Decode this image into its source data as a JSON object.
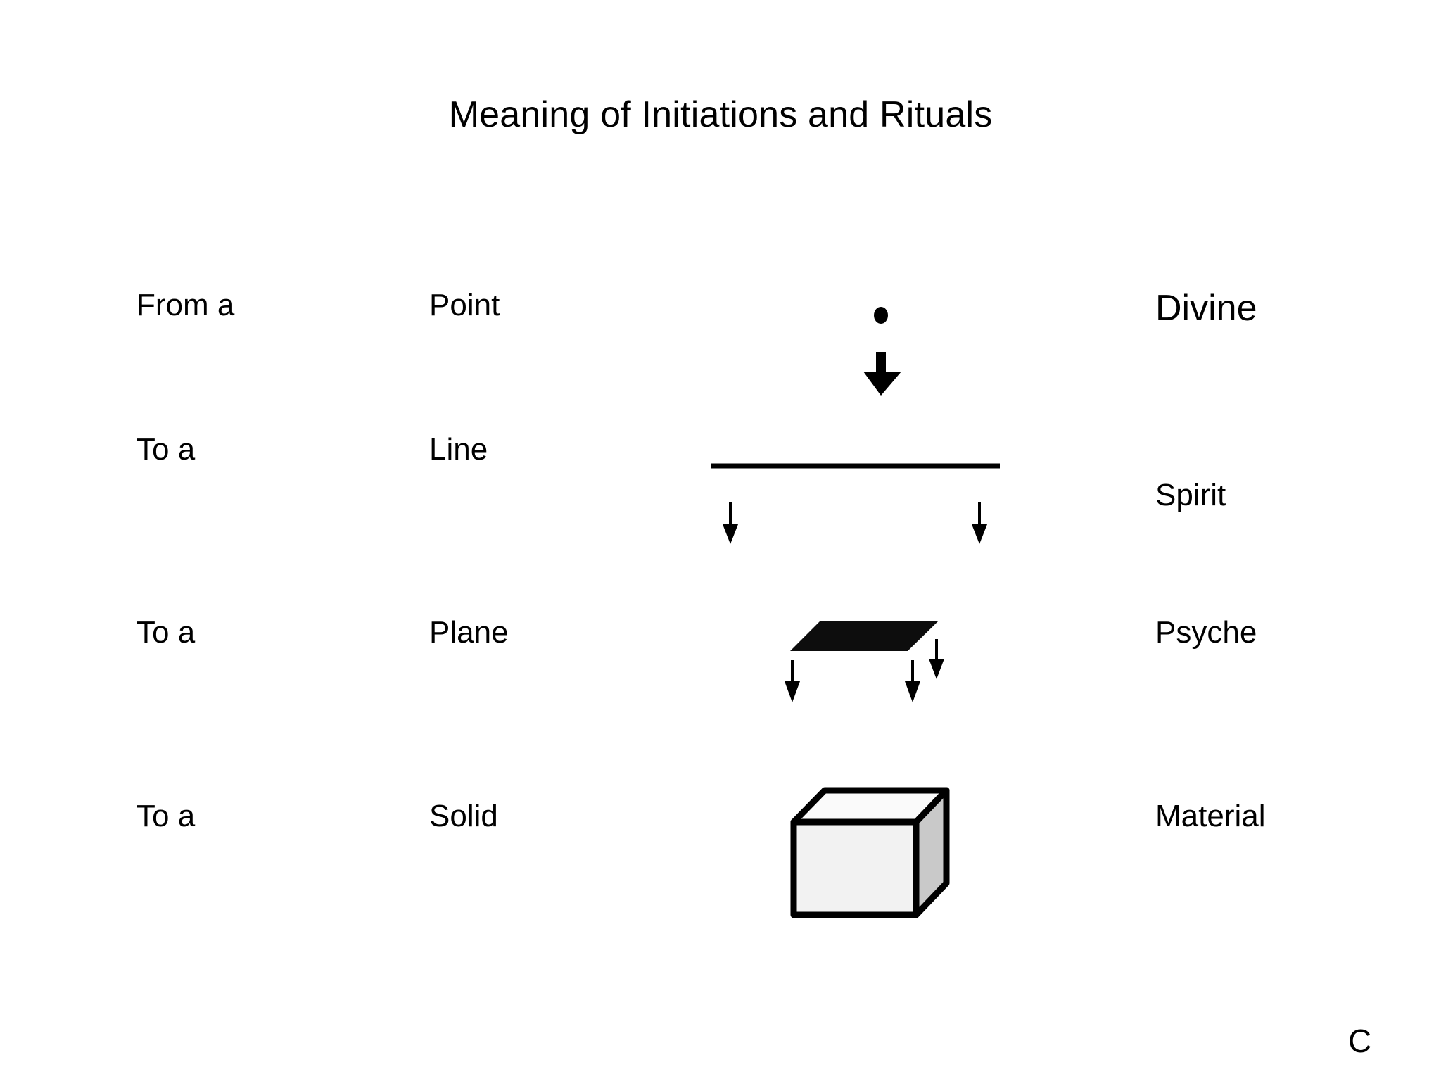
{
  "slide": {
    "title": "Meaning of Initiations and Rituals",
    "background_color": "#ffffff",
    "text_color": "#000000",
    "footer_letter": "C"
  },
  "rows": [
    {
      "transition_label": "From a",
      "shape_label": "Point",
      "aspect_label": "Divine",
      "graphic": "dot",
      "arrows_below": 1,
      "arrow_style": "bold"
    },
    {
      "transition_label": "To a",
      "shape_label": "Line",
      "aspect_label": "Spirit",
      "graphic": "horizontal-line",
      "arrows_below": 2,
      "arrow_style": "thin"
    },
    {
      "transition_label": "To a",
      "shape_label": "Plane",
      "aspect_label": "Psyche",
      "graphic": "parallelogram",
      "arrows_below": 3,
      "arrow_style": "thin"
    },
    {
      "transition_label": "To a",
      "shape_label": "Solid",
      "aspect_label": "Material",
      "graphic": "cube",
      "arrows_below": 0,
      "arrow_style": "none"
    }
  ],
  "graphics": {
    "dot_color": "#000000",
    "line_color": "#000000",
    "plane_fill": "#0d0d0d",
    "cube_front_fill": "#f2f2f2",
    "cube_top_fill": "#fafafa",
    "cube_side_fill": "#c9c9c9",
    "cube_stroke": "#000000",
    "arrow_color": "#000000"
  }
}
